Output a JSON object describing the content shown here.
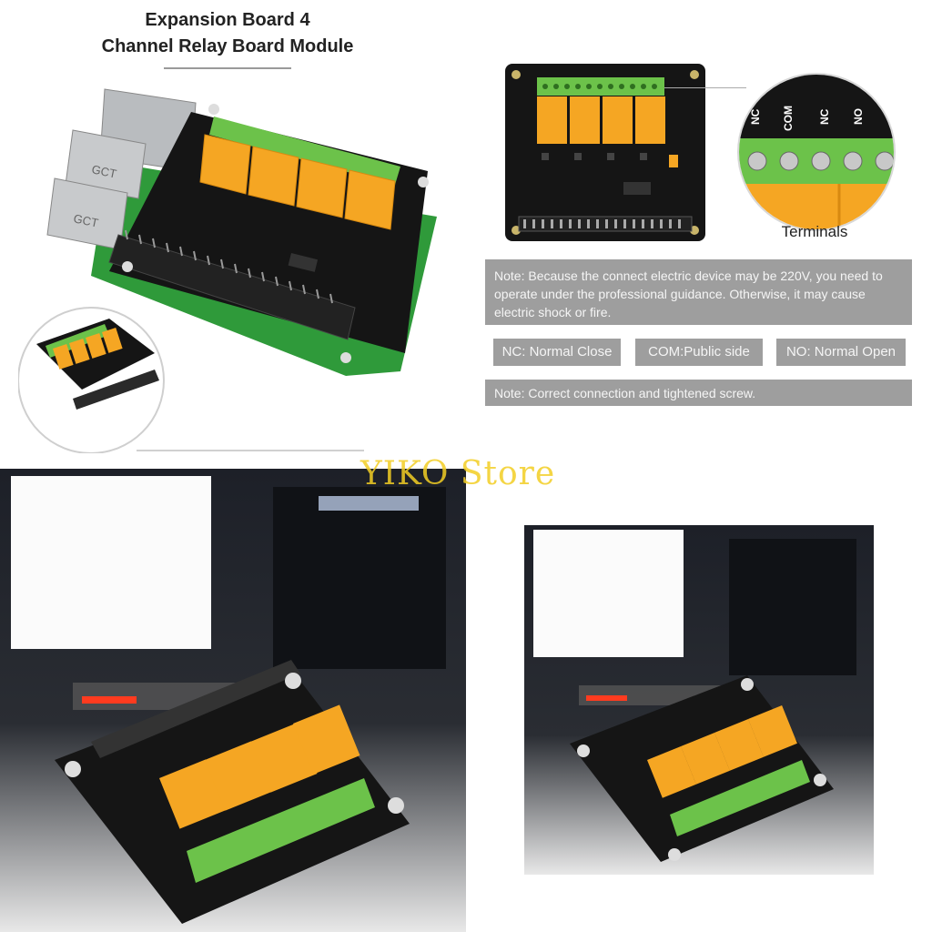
{
  "headline": {
    "line1": "Expansion Board 4",
    "line2": "Channel Relay Board Module"
  },
  "terminals": {
    "label": "Terminals",
    "zoom_labels": [
      "NC",
      "COM",
      "NC",
      "NO"
    ]
  },
  "notes": {
    "warning": "Note: Because the connect electric device may be 220V, you need to operate under the professional guidance. Otherwise, it may cause electric shock or fire.",
    "connection": "Note: Correct connection and tightened screw."
  },
  "legend": {
    "nc": "NC: Normal Close",
    "com": "COM:Public side",
    "no": "NO: Normal Open"
  },
  "watermark": "YIKO Store",
  "usb_label": "GCT",
  "colors": {
    "relay": "#f5a623",
    "terminal": "#6cc24a",
    "pcb": "#151515",
    "note_bg": "#9e9e9e"
  }
}
